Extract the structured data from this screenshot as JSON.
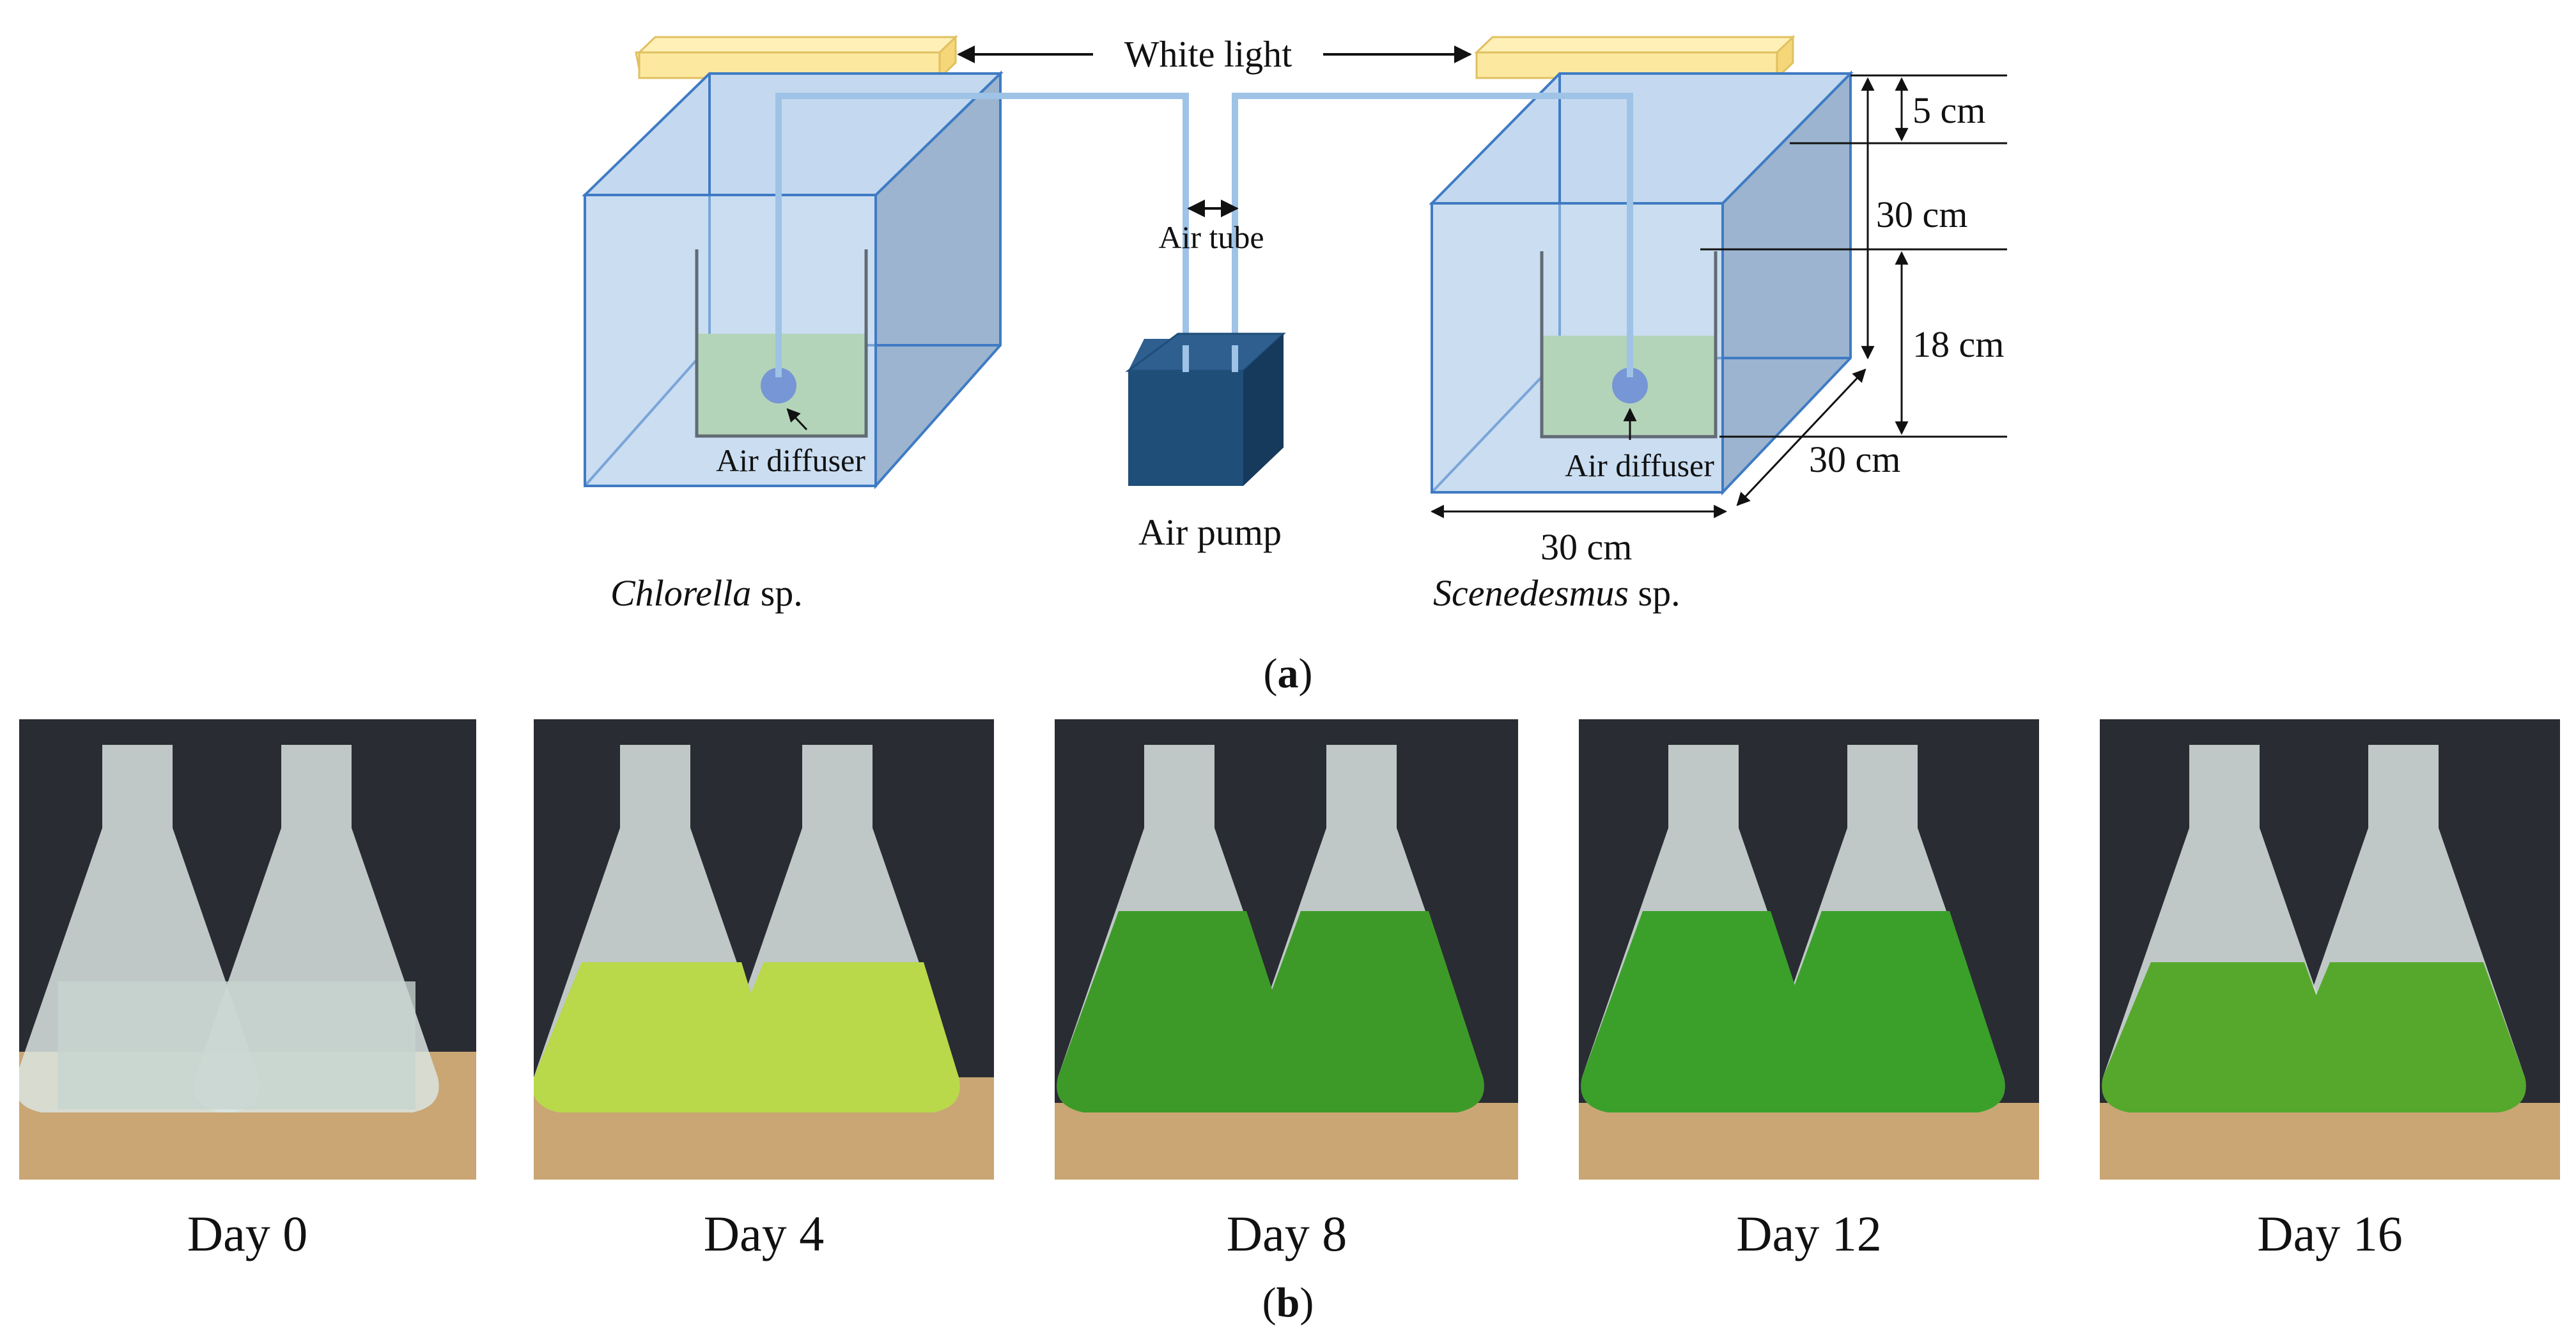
{
  "panel_a": {
    "white_light": "White light",
    "air_tube": "Air tube",
    "air_pump": "Air pump",
    "air_diffuser_left": "Air diffuser",
    "air_diffuser_right": "Air diffuser",
    "dim_5": "5 cm",
    "dim_30_height": "30 cm",
    "dim_18": "18 cm",
    "dim_30_depth": "30 cm",
    "dim_30_width": "30 cm",
    "left_species_italic": "Chlorella",
    "left_species_suffix": " sp.",
    "right_species_italic": "Scenedesmus",
    "right_species_suffix": " sp.",
    "caption_open": "(",
    "caption_letter": "a",
    "caption_close": ")"
  },
  "panel_b": {
    "days": [
      "Day 0",
      "Day 4",
      "Day 8",
      "Day 12",
      "Day 16"
    ],
    "caption_open": "(",
    "caption_letter": "b",
    "caption_close": ")"
  },
  "colors": {
    "tank_fill": "#c4d9ef",
    "tank_edge": "#3f7bc4",
    "tank_side": "#9cb4cf",
    "light_bar": "#fde8a0",
    "culture": "#a8d08d",
    "diffuser": "#3a5fc0",
    "pump_front": "#1f4e79",
    "pump_side": "#163a5c",
    "pump_top": "#2e5f8f"
  }
}
